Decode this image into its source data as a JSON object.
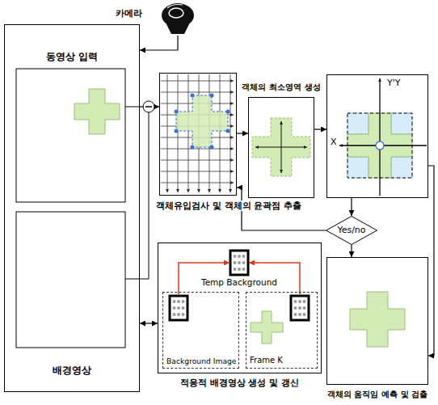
{
  "diagram": {
    "nodes": [
      {
        "text": [
          "동영상 입력",
          "배경영상"
        ]
      },
      {
        "text": [
          "카메라"
        ]
      },
      {
        "text": [
          "객체유입검사 및 객체의 윤곽점 추출"
        ]
      },
      {
        "text": [
          "객체의 최소영역 생성"
        ]
      },
      {
        "text": [
          "X",
          "Y'Y"
        ]
      },
      {
        "text": [
          "Yes/no"
        ]
      },
      {
        "text": [
          "적응적 배경영상 생성 및 갱신"
        ]
      },
      {
        "text": [
          "Background Image"
        ],
        "in": 6
      },
      {
        "text": [
          "Frame K"
        ],
        "in": 6
      },
      {
        "text": [
          "객체의 움직임 예측 및 검출"
        ]
      }
    ],
    "edges": [
      {
        "from": 1,
        "to": 0,
        "arrow": "to"
      },
      {
        "from": 0,
        "to": 2,
        "arrow": "to"
      },
      {
        "from": 2,
        "to": 3,
        "arrow": "to"
      },
      {
        "from": 3,
        "to": 4,
        "arrow": "to"
      },
      {
        "from": 4,
        "to": 5,
        "arrow": "to"
      },
      {
        "from": 5,
        "to": 2,
        "arrow": "to"
      },
      {
        "from": 5,
        "to": 9,
        "arrow": "to"
      },
      {
        "from": 4,
        "to": 9,
        "arrow": "to"
      },
      {
        "from": 0,
        "to": 6,
        "arrow": "both"
      }
    ],
    "labels": [
      "Temp Background"
    ]
  }
}
